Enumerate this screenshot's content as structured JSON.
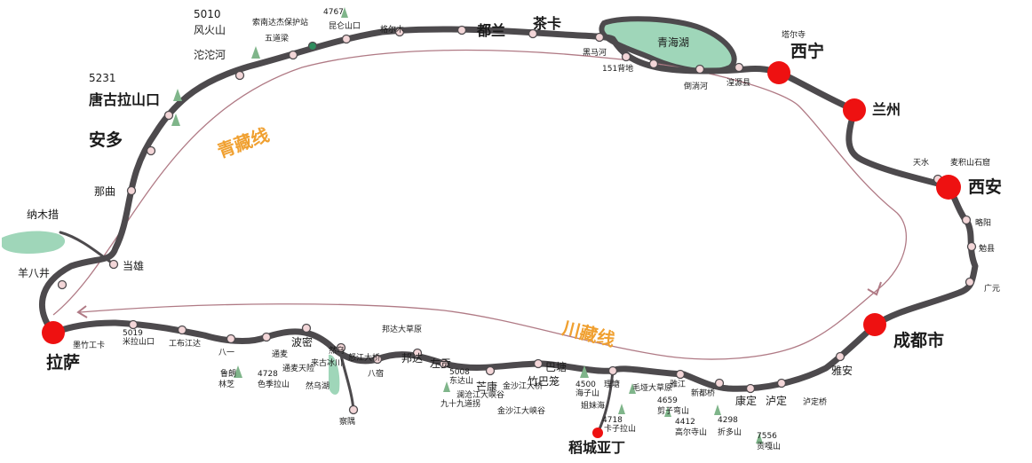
{
  "routes": {
    "qingzang": "青藏线",
    "chuanzang": "川藏线"
  },
  "lakes": {
    "qinghai_lake": "青海湖"
  },
  "cities": {
    "lhasa": "拉萨",
    "xining": "西宁",
    "lanzhou": "兰州",
    "xian": "西安",
    "chengdu": "成都市",
    "daocheng": "稻城亚丁"
  },
  "north_route": {
    "anduo": "安多",
    "tanggula_alt": "5231",
    "tanggula": "唐古拉山口",
    "fenghuo_alt": "5010",
    "fenghuo": "风火山",
    "tuotuo": "沱沱河",
    "suonan": "索南达杰保护站",
    "wudaoliang": "五道梁",
    "kunlun_alt": "4767",
    "kunlun": "昆仑山口",
    "geermu": "格尔木",
    "dulan": "都兰",
    "chaka": "茶卡",
    "heimahe": "黑马河",
    "beidi151": "151背地",
    "daotanghe": "倒淌河",
    "huangyuan": "湟源县",
    "taersi": "塔尔寺",
    "naqu": "那曲",
    "namucuo": "纳木措",
    "dangxiong": "当雄",
    "yangbajing": "羊八井"
  },
  "east_route": {
    "tianshui": "天水",
    "maijishan": "麦积山石窟",
    "lueyang": "略阳",
    "mianxian": "勉县",
    "guangyuan": "广元"
  },
  "south_route": {
    "mozhugongka": "墨竹工卡",
    "mila_alt": "5019",
    "mila": "米拉山口",
    "gongbujiangda": "工布江达",
    "bayi": "八一",
    "lulang": "鲁朗",
    "nyingchi": "林芝",
    "sejila_alt": "4728",
    "sejila": "色季拉山",
    "tongmai": "通麦",
    "tongmai_bridge": "通麦天险",
    "bomi": "波密",
    "laigu": "来古冰川",
    "ranwu": "然乌",
    "ranwu_lake": "然乌湖",
    "nujiang": "怒江大桥",
    "basu": "八宿",
    "chayu": "察隅",
    "bangda": "邦达",
    "bangda_grassland": "邦达大草原",
    "zuogong": "左贡",
    "yela_alt": "5008",
    "yela": "东达山",
    "jiushijiu": "九十九道拐",
    "lancang": "澜沧江大峡谷",
    "mangkang": "芒康",
    "jinsha_bridge": "金沙江大桥",
    "jinsha_canyon": "金沙江大峡谷",
    "zhubalong": "竹巴笼",
    "batang": "巴塘",
    "haizi_alt": "4500",
    "haizi": "海子山",
    "litang": "理塘",
    "jiemeihu": "姐妹海",
    "kazila_alt": "4718",
    "kazila": "卡子拉山",
    "maoya": "毛垭大草原",
    "jianziwan_alt": "4659",
    "jianziwan": "剪子弯山",
    "yajiang": "雅江",
    "gaoersi_alt": "4412",
    "gaoersi": "高尔寺山",
    "xinduqiao": "新都桥",
    "zheduo_alt": "4298",
    "zheduo": "折多山",
    "kangding": "康定",
    "luding": "泸定",
    "luding_bridge": "泸定桥",
    "gongga_alt": "7556",
    "gongga": "贡嘎山",
    "yaan": "雅安"
  },
  "colors": {
    "road": "#4d4a4d",
    "stop_fill": "#f3d6d8",
    "major_city": "#ee1111",
    "route_title": "#f0a030",
    "lake": "#9fd6b9",
    "loop_line": "#b07a85",
    "tree": "#7fb58a"
  }
}
